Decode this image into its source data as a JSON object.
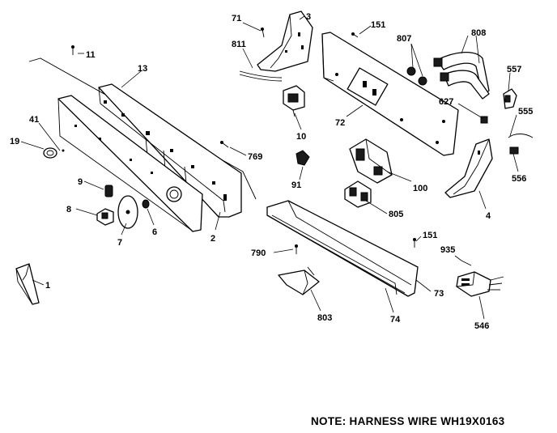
{
  "part_labels": {
    "p1": "1",
    "p2": "2",
    "p3": "3",
    "p4": "4",
    "p6": "6",
    "p7": "7",
    "p8": "8",
    "p9": "9",
    "p10": "10",
    "p11": "11",
    "p13": "13",
    "p19": "19",
    "p41": "41",
    "p71": "71",
    "p72": "72",
    "p73": "73",
    "p74": "74",
    "p91": "91",
    "p100": "100",
    "p151a": "151",
    "p151b": "151",
    "p546": "546",
    "p555": "555",
    "p556": "556",
    "p557": "557",
    "p627": "627",
    "p769": "769",
    "p790": "790",
    "p803": "803",
    "p805": "805",
    "p807": "807",
    "p808": "808",
    "p811": "811",
    "p935": "935"
  },
  "note": "NOTE: HARNESS WIRE WH19X0163"
}
